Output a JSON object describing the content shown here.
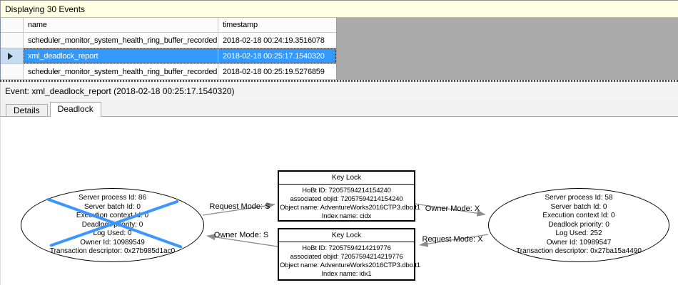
{
  "title_bar": {
    "text": "Displaying 30 Events"
  },
  "events_table": {
    "columns": {
      "name": "name",
      "timestamp": "timestamp"
    },
    "selected_row_index": 1,
    "rows": [
      {
        "name": "scheduler_monitor_system_health_ring_buffer_recorded",
        "timestamp": "2018-02-18 00:24:19.3516078"
      },
      {
        "name": "xml_deadlock_report",
        "timestamp": "2018-02-18 00:25:17.1540320"
      },
      {
        "name": "scheduler_monitor_system_health_ring_buffer_recorded",
        "timestamp": "2018-02-18 00:25:19.5276859"
      }
    ]
  },
  "event_summary": "Event: xml_deadlock_report (2018-02-18 00:25:17.1540320)",
  "tabs": {
    "details": "Details",
    "deadlock": "Deadlock",
    "active_tab": "Deadlock"
  },
  "deadlock_graph": {
    "victim_process": {
      "lines": [
        "Server process Id: 86",
        "Server batch Id: 0",
        "Execution context Id: 0",
        "Deadlock priority: 0",
        "Log Used: 0",
        "Owner Id: 10989549",
        "Transaction descriptor: 0x27b985d1ac0"
      ]
    },
    "owner_process": {
      "lines": [
        "Server process Id: 58",
        "Server batch Id: 0",
        "Execution context Id: 0",
        "Deadlock priority: 0",
        "Log Used: 252",
        "Owner Id: 10989547",
        "Transaction descriptor: 0x27ba15a4490"
      ]
    },
    "resource_top": {
      "title": "Key Lock",
      "lines": [
        "HoBt ID: 72057594214154240",
        "associated objid: 72057594214154240",
        "Object name: AdventureWorks2016CTP3.dbo.t1",
        "Index name: cidx"
      ]
    },
    "resource_bottom": {
      "title": "Key Lock",
      "lines": [
        "HoBt ID: 72057594214219776",
        "associated objid: 72057594214219776",
        "Object name: AdventureWorks2016CTP3.dbo.t1",
        "Index name: idx1"
      ]
    },
    "edges": {
      "request_s": "Request Mode: S",
      "owner_s": "Owner Mode: S",
      "owner_x": "Owner Mode: X",
      "request_x": "Request Mode: X"
    }
  },
  "colors": {
    "selection_bg": "#3399FF",
    "victim_cross": "#3B96FF",
    "info_bar_bg": "#FFFFE1",
    "empty_area_bg": "#ABABAB",
    "edge_line": "#8C8C8C"
  }
}
